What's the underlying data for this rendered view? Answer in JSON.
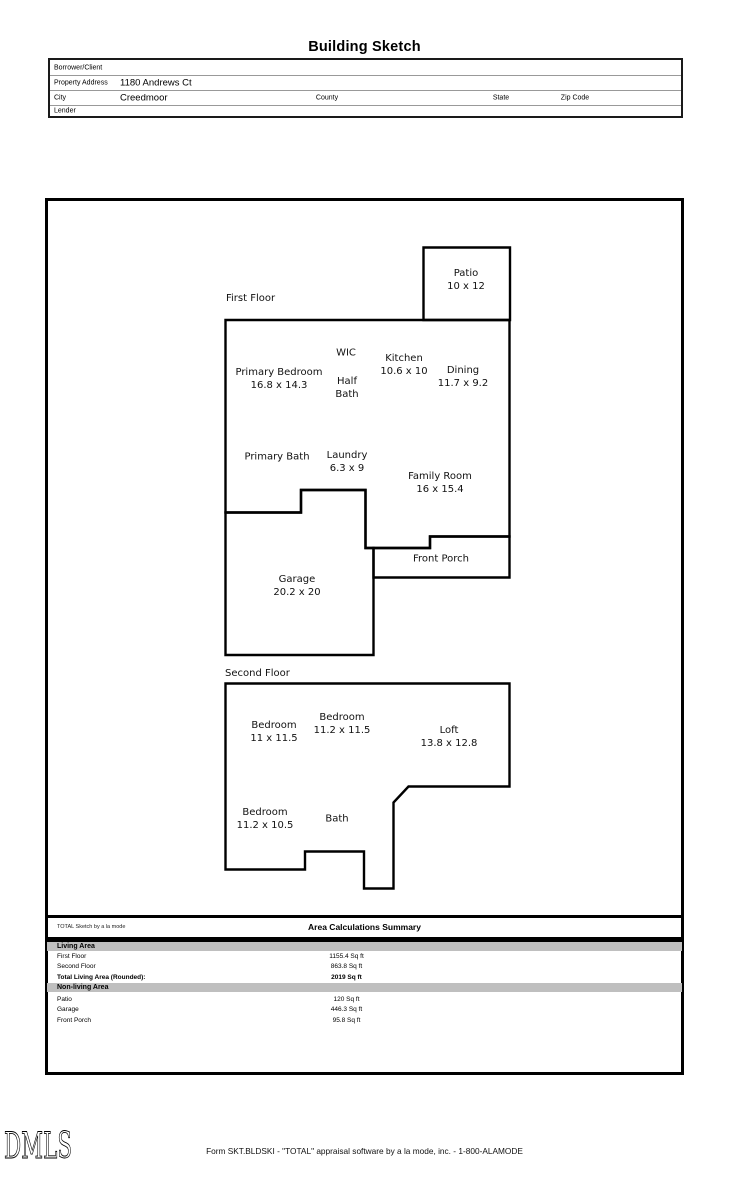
{
  "title": "Building Sketch",
  "form": {
    "borrower_label": "Borrower/Client",
    "property_label": "Property Address",
    "property_value": "1180 Andrews Ct",
    "city_label": "City",
    "city_value": "Creedmoor",
    "county_label": "County",
    "state_label": "State",
    "zip_label": "Zip Code",
    "lender_label": "Lender"
  },
  "sketch": {
    "first_floor": {
      "label": "First Floor",
      "patio": {
        "name": "Patio",
        "dims": "10 x 12"
      },
      "wic": {
        "name": "WIC"
      },
      "kitchen": {
        "name": "Kitchen",
        "dims": "10.6 x 10"
      },
      "primary_bedroom": {
        "name": "Primary Bedroom",
        "dims": "16.8 x 14.3"
      },
      "half_bath": {
        "name": "Half Bath"
      },
      "dining": {
        "name": "Dining",
        "dims": "11.7 x 9.2"
      },
      "primary_bath": {
        "name": "Primary Bath"
      },
      "laundry": {
        "name": "Laundry",
        "dims": "6.3 x 9"
      },
      "family_room": {
        "name": "Family Room",
        "dims": "16 x 15.4"
      },
      "garage": {
        "name": "Garage",
        "dims": "20.2 x 20"
      },
      "front_porch": {
        "name": "Front Porch"
      }
    },
    "second_floor": {
      "label": "Second Floor",
      "bedroom1": {
        "name": "Bedroom",
        "dims": "11 x 11.5"
      },
      "bedroom2": {
        "name": "Bedroom",
        "dims": "11.2 x 11.5"
      },
      "loft": {
        "name": "Loft",
        "dims": "13.8 x 12.8"
      },
      "bedroom3": {
        "name": "Bedroom",
        "dims": "11.2 x 10.5"
      },
      "bath": {
        "name": "Bath"
      }
    }
  },
  "summary": {
    "attribution": "TOTAL Sketch by a la mode",
    "title": "Area Calculations Summary",
    "living_header": "Living Area",
    "first_floor": {
      "label": "First Floor",
      "value": "1155.4 Sq ft"
    },
    "second_floor": {
      "label": "Second Floor",
      "value": "863.8 Sq ft"
    },
    "total": {
      "label": "Total Living Area (Rounded):",
      "value": "2019 Sq ft"
    },
    "nonliving_header": "Non-living Area",
    "patio": {
      "label": "Patio",
      "value": "120 Sq ft"
    },
    "garage": {
      "label": "Garage",
      "value": "446.3 Sq ft"
    },
    "front_porch": {
      "label": "Front Porch",
      "value": "95.8 Sq ft"
    }
  },
  "footer": {
    "logo": "DMLS",
    "form_text": "Form SKT.BLDSKI - \"TOTAL\" appraisal software by a la mode, inc. - 1-800-ALAMODE"
  },
  "colors": {
    "band_gray": "#bfbfbf",
    "line_black": "#000000"
  }
}
